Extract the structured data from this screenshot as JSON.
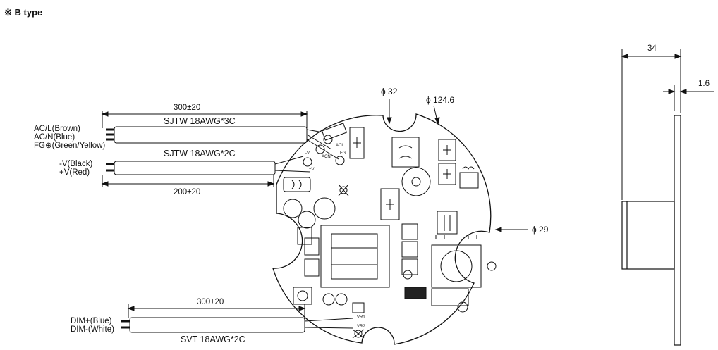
{
  "title": "※ B type",
  "cables": {
    "ac_length": "300±20",
    "ac_cable": "SJTW 18AWG*3C",
    "dc_cable": "SJTW 18AWG*2C",
    "dc_length": "200±20",
    "dim_length": "300±20",
    "dim_cable": "SVT 18AWG*2C"
  },
  "wires": {
    "acl": "AC/L(Brown)",
    "acn": "AC/N(Blue)",
    "fg": "FG⊕(Green/Yellow)",
    "neg": "-V(Black)",
    "pos": "+V(Red)",
    "dim_pos": "DIM+(Blue)",
    "dim_neg": "DIM-(White)"
  },
  "dims": {
    "phi32": "ϕ 32",
    "phi124": "ϕ 124.6",
    "phi29": "ϕ 29",
    "width": "34",
    "thick": "1.6"
  },
  "pcb_labels": {
    "acl": "ACL",
    "acn": "ACN",
    "fg": "FG",
    "neg": "-V",
    "pos": "+V",
    "vr1": "VR1",
    "vr2": "VR2"
  }
}
